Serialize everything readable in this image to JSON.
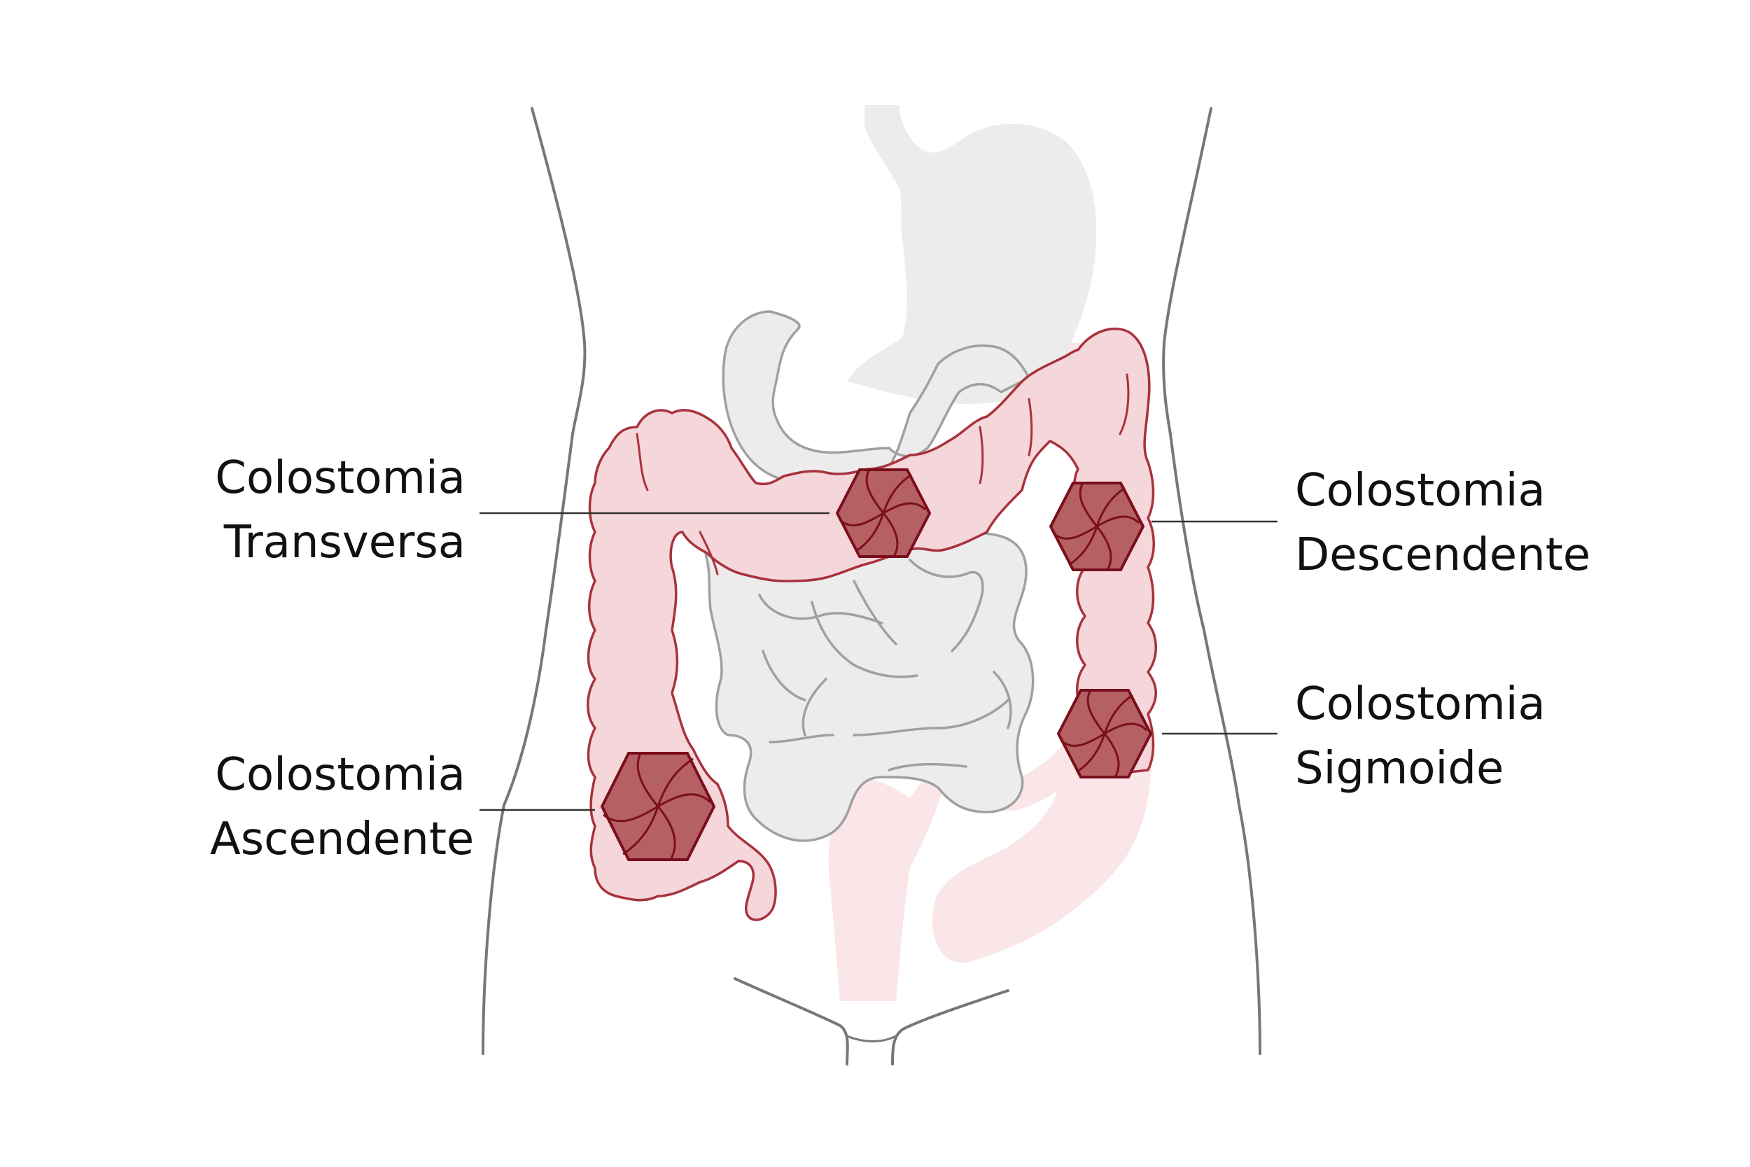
{
  "diagram": {
    "labels": {
      "transversa": {
        "line1": "Colostomia",
        "line2": "Transversa"
      },
      "descendente": {
        "line1": "Colostomia",
        "line2": "Descendente"
      },
      "sigmoide": {
        "line1": "Colostomia",
        "line2": "Sigmoide"
      },
      "ascendente": {
        "line1": "Colostomia",
        "line2": "Ascendente"
      }
    },
    "colors": {
      "colon_fill": "#f5d6da",
      "colon_stroke": "#a8323c",
      "colon_faded": "#fae6e8",
      "stoma_fill": "#b56063",
      "stoma_stroke": "#7a0f1c",
      "organ_fill": "#ececec",
      "organ_stroke": "#a0a0a0",
      "body_stroke": "#777777",
      "leader_line": "#333333"
    }
  }
}
